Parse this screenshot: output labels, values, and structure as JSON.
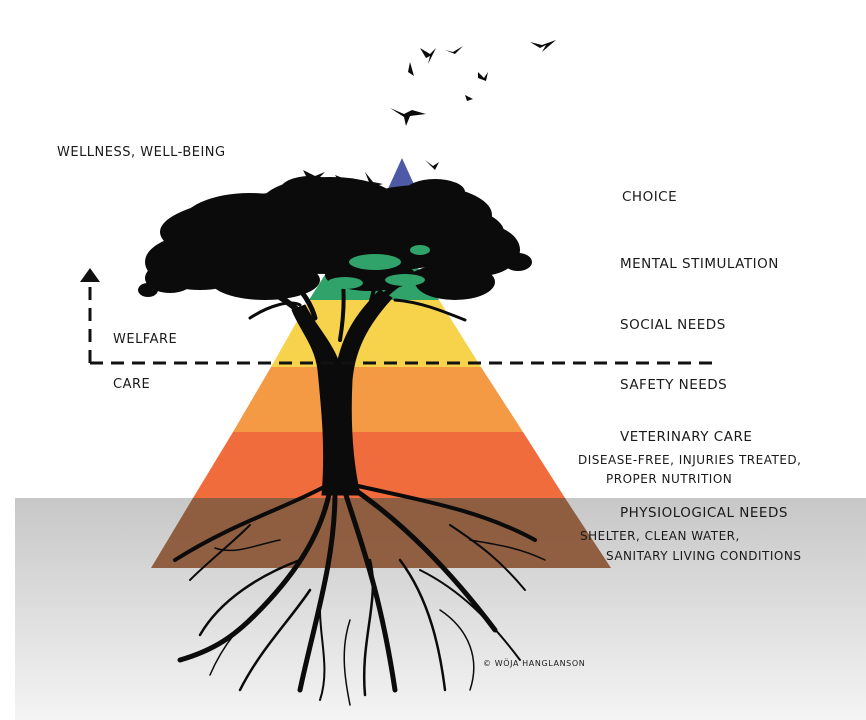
{
  "colors": {
    "choice": "#4f5aa6",
    "mental": "#2fa36a",
    "social": "#f7d24b",
    "safety": "#f49a45",
    "veterinary": "#f06c3c",
    "physiological": "#8a5535",
    "ground_top": "#c7c7c7",
    "ground_bottom": "#f4f4f4",
    "tree": "#0b0b0b"
  },
  "levels": {
    "choice": "CHOICE",
    "mental": "MENTAL STIMULATION",
    "social": "SOCIAL NEEDS",
    "safety": "SAFETY NEEDS",
    "veterinary": "VETERINARY CARE",
    "veterinary_detail": [
      "DISEASE-FREE, INJURIES TREATED,",
      "PROPER NUTRITION"
    ],
    "physiological": "PHYSIOLOGICAL NEEDS",
    "physiological_detail": [
      "SHELTER, CLEAN WATER,",
      "SANITARY LIVING CONDITIONS"
    ]
  },
  "side_labels": {
    "wellness": "WELLNESS, WELL-BEING",
    "welfare": "WELFARE",
    "care": "CARE"
  },
  "credit": "© WÖJA HANGLANSON"
}
